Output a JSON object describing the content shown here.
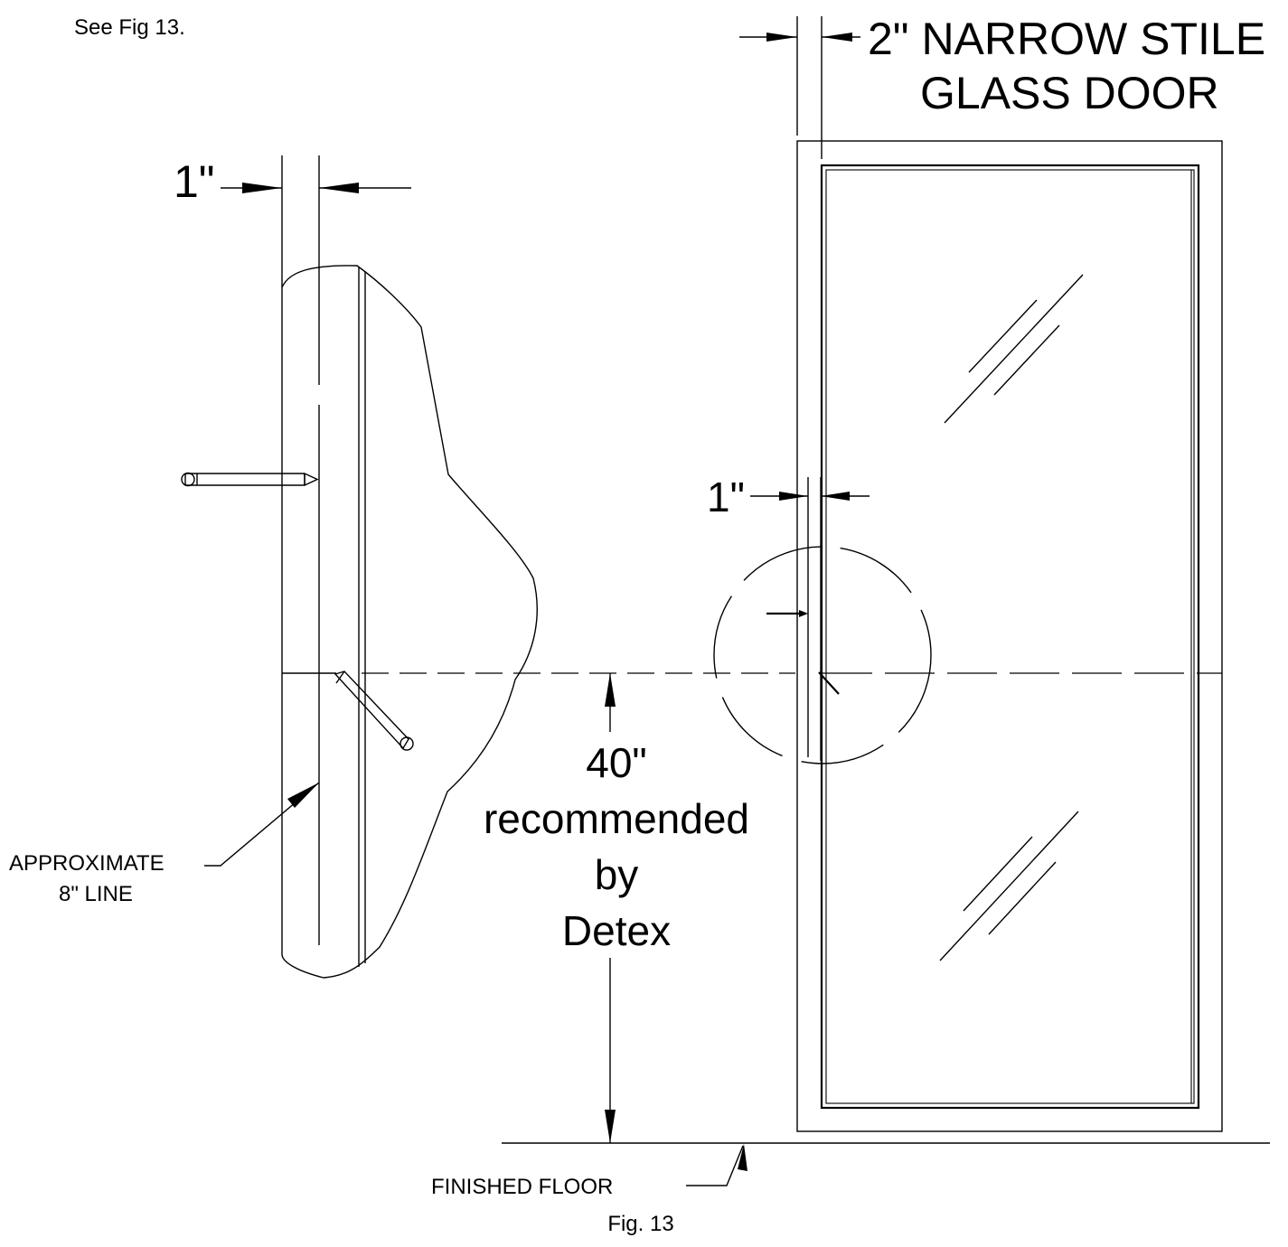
{
  "see_note": "See Fig 13.",
  "door_title_line1": "2\" NARROW STILE",
  "door_title_line2": "GLASS DOOR",
  "dim_top_left": "1\"",
  "dim_door_right": "1\"",
  "height_value": "40\"",
  "height_note_line1": "recommended",
  "height_note_line2": "by",
  "height_note_line3": "Detex",
  "approx_line_1": "APPROXIMATE",
  "approx_line_2": "8\" LINE",
  "floor_label": "FINISHED FLOOR",
  "figure_caption": "Fig. 13"
}
